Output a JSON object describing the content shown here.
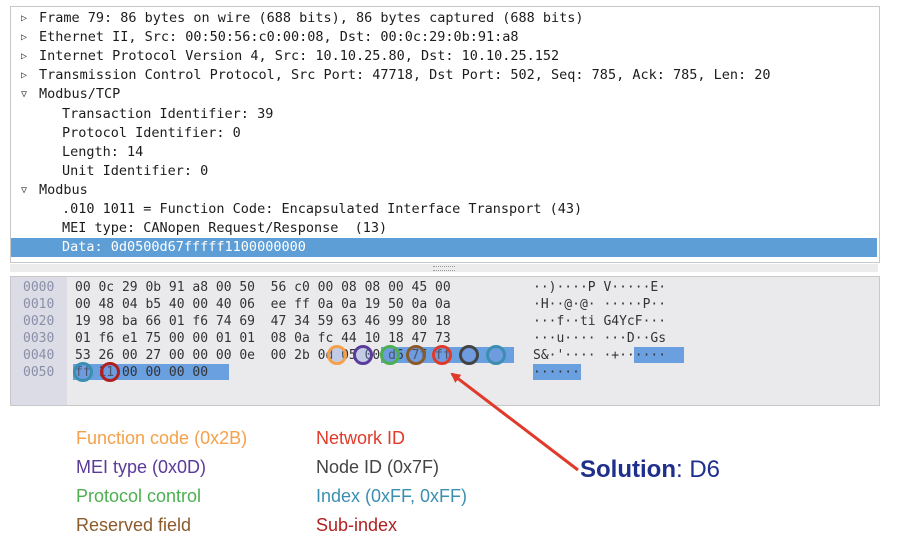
{
  "details": [
    {
      "text": "Frame 79: 86 bytes on wire (688 bits), 86 bytes captured (688 bits)",
      "level": 0,
      "expander": "▷"
    },
    {
      "text": "Ethernet II, Src: 00:50:56:c0:00:08, Dst: 00:0c:29:0b:91:a8",
      "level": 0,
      "expander": "▷"
    },
    {
      "text": "Internet Protocol Version 4, Src: 10.10.25.80, Dst: 10.10.25.152",
      "level": 0,
      "expander": "▷"
    },
    {
      "text": "Transmission Control Protocol, Src Port: 47718, Dst Port: 502, Seq: 785, Ack: 785, Len: 20",
      "level": 0,
      "expander": "▷"
    },
    {
      "text": "Modbus/TCP",
      "level": 0,
      "expander": "▽"
    },
    {
      "text": "Transaction Identifier: 39",
      "level": 1,
      "expander": ""
    },
    {
      "text": "Protocol Identifier: 0",
      "level": 1,
      "expander": ""
    },
    {
      "text": "Length: 14",
      "level": 1,
      "expander": ""
    },
    {
      "text": "Unit Identifier: 0",
      "level": 1,
      "expander": ""
    },
    {
      "text": "Modbus",
      "level": 0,
      "expander": "▽"
    },
    {
      "text": ".010 1011 = Function Code: Encapsulated Interface Transport (43)",
      "level": 1,
      "expander": ""
    },
    {
      "text": "MEI type: CANopen Request/Response  (13)",
      "level": 1,
      "expander": ""
    },
    {
      "text": "Data: 0d0500d67fffff1100000000",
      "level": 1,
      "expander": "",
      "selected": true
    }
  ],
  "hex_rows": [
    {
      "offset": "0000",
      "hex": "00 0c 29 0b 91 a8 00 50  56 c0 00 08 08 00 45 00",
      "ascii": "··)····P V·····E·"
    },
    {
      "offset": "0010",
      "hex": "00 48 04 b5 40 00 40 06  ee ff 0a 0a 19 50 0a 0a",
      "ascii": "·H··@·@· ·····P··"
    },
    {
      "offset": "0020",
      "hex": "19 98 ba 66 01 f6 74 69  47 34 59 63 46 99 80 18",
      "ascii": "···f··ti G4YcF···"
    },
    {
      "offset": "0030",
      "hex": "01 f6 e1 75 00 00 01 01  08 0a fc 44 10 18 47 73",
      "ascii": "···u···· ···D··Gs"
    },
    {
      "offset": "0040",
      "hex": "53 26 00 27 00 00 00 0e  00 2b 0d 05 00 d6 7f ff",
      "ascii": "S&·'···· ·+······"
    },
    {
      "offset": "0050",
      "hex": "ff 11 00 00 00 00",
      "ascii": "······"
    }
  ],
  "legend": [
    {
      "text": "Function code (0x2B)",
      "color": "#f5a04a"
    },
    {
      "text": "MEI type (0x0D)",
      "color": "#5a3a9a"
    },
    {
      "text": "Protocol control",
      "color": "#4caf50"
    },
    {
      "text": "Reserved field",
      "color": "#8b5a2b"
    },
    {
      "text": "Network ID",
      "color": "#e03a2a"
    },
    {
      "text": "Node ID (0x7F)",
      "color": "#444444"
    },
    {
      "text": "Index (0xFF, 0xFF)",
      "color": "#3a8fb0"
    },
    {
      "text": "Sub-index",
      "color": "#b02020"
    }
  ],
  "solution": {
    "label": "Solution",
    "value": ": D6"
  },
  "colors": {
    "selection": "#5e9ed6",
    "hex_highlight": "#6a9fe0",
    "arrow": "#e03a2a",
    "solution": "#1f2f8c"
  }
}
